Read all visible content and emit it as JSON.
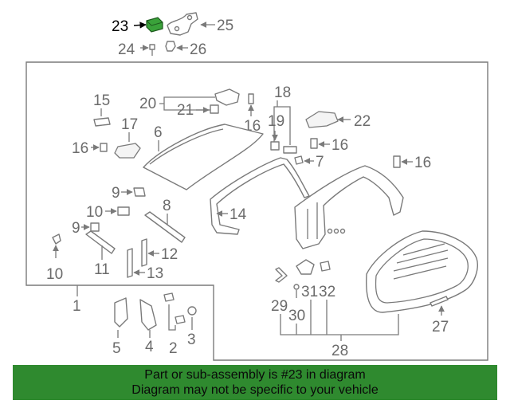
{
  "diagram": {
    "callouts": {
      "c1": "1",
      "c2": "2",
      "c3": "3",
      "c4": "4",
      "c5": "5",
      "c6": "6",
      "c7": "7",
      "c8": "8",
      "c9a": "9",
      "c9b": "9",
      "c10a": "10",
      "c10b": "10",
      "c11": "11",
      "c12": "12",
      "c13": "13",
      "c14": "14",
      "c15": "15",
      "c16a": "16",
      "c16b": "16",
      "c16c": "16",
      "c16d": "16",
      "c17": "17",
      "c18": "18",
      "c19": "19",
      "c20": "20",
      "c21": "21",
      "c22": "22",
      "c23": "23",
      "c24": "24",
      "c25": "25",
      "c26": "26",
      "c27": "27",
      "c28": "28",
      "c29": "29",
      "c30": "30",
      "c31": "31",
      "c32": "32"
    },
    "highlight_color": "#2f8a2f"
  },
  "banner": {
    "line1": "Part or sub-assembly is #23 in diagram",
    "line2": "Diagram may not be specific to your vehicle",
    "color": "#2f8a2f"
  }
}
